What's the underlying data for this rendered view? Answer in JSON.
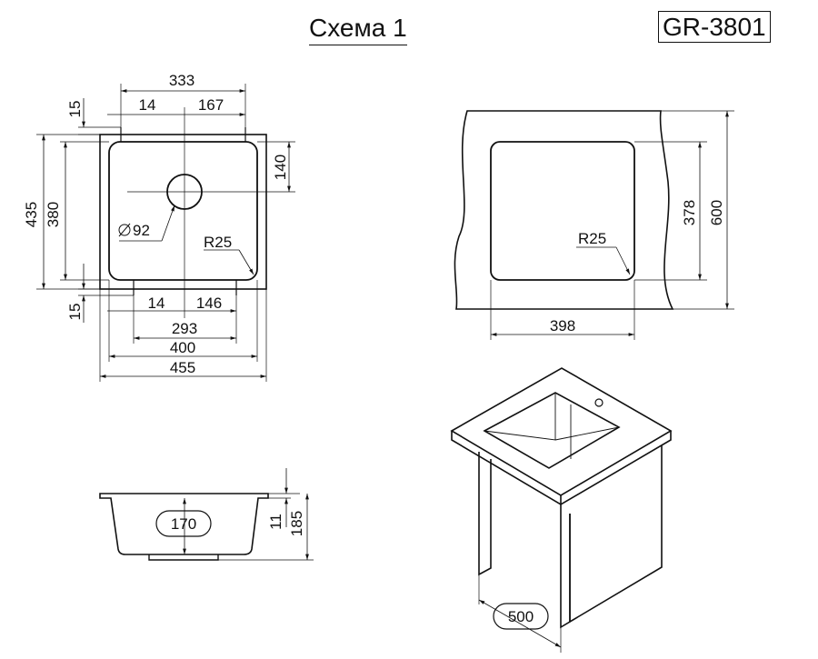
{
  "title": "Схема 1",
  "model": "GR-3801",
  "top_view": {
    "width_top": "333",
    "offset_left": "14",
    "half_top": "167",
    "corner_top": "15",
    "height_outer": "435",
    "height_inner": "380",
    "drain_offset": "140",
    "drain_diameter": "92",
    "radius": "R25",
    "offset_bottom": "14",
    "half_bottom": "146",
    "corner_bottom": "15",
    "width_293": "293",
    "width_400": "400",
    "width_455": "455"
  },
  "cutout_view": {
    "radius": "R25",
    "inner_height": "378",
    "outer_height": "600",
    "inner_width": "398"
  },
  "side_view": {
    "depth": "170",
    "rim": "11",
    "total_height": "185"
  },
  "cabinet_view": {
    "cabinet_width": "500"
  }
}
